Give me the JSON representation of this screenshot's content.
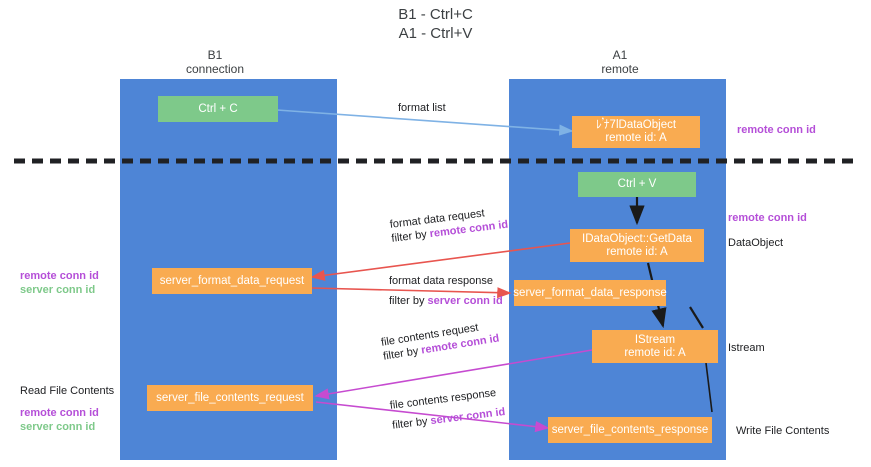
{
  "title": {
    "line1": "B1 - Ctrl+C",
    "line2": "A1 - Ctrl+V"
  },
  "columns": [
    {
      "name": "B1",
      "sub": "connection"
    },
    {
      "name": "A1",
      "sub": "remote"
    }
  ],
  "nodes": {
    "ctrl_c": {
      "label": "Ctrl + C"
    },
    "ctrl_v": {
      "label": "Ctrl + V"
    },
    "idataobject": {
      "line1": "ﾚ𝄒ﾅ7lDataObject",
      "line2": "remote id: A"
    },
    "getdata": {
      "line1": "IDataObject::GetData",
      "line2": "remote id: A"
    },
    "istream": {
      "line1": "IStream",
      "line2": "remote id: A"
    },
    "server_format_data_request": {
      "label": "server_format_data_request"
    },
    "server_format_data_response": {
      "label": "server_format_data_response"
    },
    "server_file_contents_request": {
      "label": "server_file_contents_request"
    },
    "server_file_contents_response": {
      "label": "server_file_contents_response"
    }
  },
  "edges": {
    "format_list": {
      "text": "format list"
    },
    "format_data_request": {
      "text": "format data request",
      "filter_prefix": "filter by ",
      "filter_key": "remote conn id"
    },
    "format_data_response": {
      "text": "format data response",
      "filter_prefix": "filter by ",
      "filter_key": "server conn id"
    },
    "file_contents_request": {
      "text": "file contents request",
      "filter_prefix": "filter by ",
      "filter_key": "remote conn id"
    },
    "file_contents_response": {
      "text": "file contents response",
      "filter_prefix": "filter by ",
      "filter_key": "server conn id"
    }
  },
  "annotations": {
    "left_mid": {
      "remote": "remote conn id",
      "server": "server conn id"
    },
    "left_bottom": {
      "heading": "Read File Contents",
      "remote": "remote conn id",
      "server": "server conn id"
    },
    "right_top": {
      "text": "remote conn id"
    },
    "right_getdata_conn": {
      "text": "remote conn id"
    },
    "right_dataobject": {
      "text": "DataObject"
    },
    "right_istream": {
      "text": "Istream"
    },
    "right_write": {
      "text": "Write File Contents"
    }
  },
  "colors": {
    "lane": "#4e85d6",
    "green": "#7ec98a",
    "orange": "#f9ab51",
    "remote_conn": "#b54fd8",
    "server_conn": "#7ec98a",
    "arrow_blue": "#7fb2e5",
    "arrow_red": "#e8554f",
    "arrow_magenta": "#c64bd0",
    "divider": "#202124"
  }
}
